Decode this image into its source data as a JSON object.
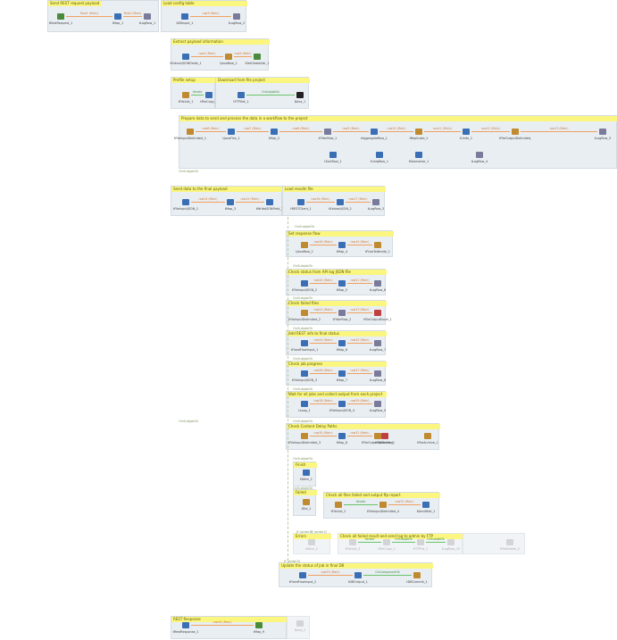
{
  "subjobs": [
    {
      "title": "Send REST request payload",
      "disabled": false,
      "components": [
        {
          "label": "tRestRequest_1",
          "icon": "rest-request-icon",
          "color": "#4a8a3c"
        },
        {
          "label": "tMap_1",
          "icon": "map-icon",
          "color": "#3b6fb5"
        },
        {
          "label": "tLogRow_1",
          "icon": "log-row-icon",
          "color": "#7a7a9a"
        }
      ],
      "links": [
        {
          "label": "Row1 (Main)",
          "type": "row"
        },
        {
          "label": "Row2 (Main)",
          "type": "row"
        }
      ]
    },
    {
      "title": "Load config table",
      "disabled": false,
      "components": [
        {
          "label": "tDBInput_1",
          "icon": "db-input-icon",
          "color": "#3b6fb5"
        },
        {
          "label": "tLogRow_2",
          "icon": "log-row-icon",
          "color": "#7a7a9a"
        }
      ],
      "links": [
        {
          "label": "row3 (Main)",
          "type": "row"
        }
      ]
    },
    {
      "title": "Extract payload information",
      "disabled": false,
      "components": [
        {
          "label": "tExtractJSONFields_1",
          "icon": "json-icon",
          "color": "#3b6fb5"
        },
        {
          "label": "tJavaRow_1",
          "icon": "java-row-icon",
          "color": "#c08a30"
        },
        {
          "label": "tSetGlobalVar_1",
          "icon": "global-var-icon",
          "color": "#4a8a3c"
        }
      ],
      "links": [
        {
          "label": "row4 (Main)",
          "type": "row"
        },
        {
          "label": "row5 (Main)",
          "type": "row"
        }
      ]
    },
    {
      "title": "Prefile setup",
      "disabled": false,
      "components": [
        {
          "label": "tFileList_1",
          "icon": "file-list-icon",
          "color": "#c08a30"
        },
        {
          "label": "tFileCopy_1",
          "icon": "file-copy-icon",
          "color": "#3b6fb5"
        }
      ],
      "links": [
        {
          "label": "Iterate",
          "type": "ok"
        }
      ]
    },
    {
      "title": "Download from file project",
      "disabled": false,
      "components": [
        {
          "label": "tFTPGet_1",
          "icon": "ftp-get-icon",
          "color": "#3b6fb5"
        },
        {
          "label": "tJava_1",
          "icon": "java-icon",
          "color": "#222222"
        }
      ],
      "links": [
        {
          "label": "OnSubjobOk",
          "type": "ok"
        }
      ]
    },
    {
      "title": "Prepare data to send and process the data in a workflow to the project",
      "disabled": false,
      "components": [
        {
          "label": "tFileInputDelimited_1",
          "icon": "file-input-icon",
          "color": "#c08a30"
        },
        {
          "label": "tJavaFlex_1",
          "icon": "java-flex-icon",
          "color": "#3b6fb5"
        },
        {
          "label": "tMap_2",
          "icon": "map-icon",
          "color": "#3b6fb5"
        },
        {
          "label": "tFilterRow_1",
          "icon": "filter-row-icon",
          "color": "#7a7a9a"
        },
        {
          "label": "tAggregateRow_1",
          "icon": "aggregate-icon",
          "color": "#3b6fb5"
        },
        {
          "label": "tReplicate_1",
          "icon": "replicate-icon",
          "color": "#c08a30"
        },
        {
          "label": "tUnite_1",
          "icon": "unite-icon",
          "color": "#3b6fb5"
        },
        {
          "label": "tFileOutputDelimited_1",
          "icon": "file-output-icon",
          "color": "#c08a30"
        },
        {
          "label": "tLogRow_3",
          "icon": "log-row-icon",
          "color": "#7a7a9a"
        }
      ],
      "row2": [
        {
          "label": "tSortRow_1",
          "icon": "sort-icon",
          "color": "#3b6fb5"
        },
        {
          "label": "tUniqRow_1",
          "icon": "uniq-icon",
          "color": "#3b6fb5"
        },
        {
          "label": "tNormalize_1",
          "icon": "normalize-icon",
          "color": "#3b6fb5"
        },
        {
          "label": "tLogRow_4",
          "icon": "log-row-icon",
          "color": "#7a7a9a"
        }
      ],
      "links": [
        {
          "label": "row6 (Main)",
          "type": "row"
        },
        {
          "label": "row7 (Main)",
          "type": "row"
        },
        {
          "label": "row8 (Main)",
          "type": "row"
        },
        {
          "label": "row9 (Main)",
          "type": "row"
        },
        {
          "label": "row10 (Main)",
          "type": "row"
        },
        {
          "label": "row11 (Main)",
          "type": "row"
        },
        {
          "label": "row12 (Main)",
          "type": "row"
        },
        {
          "label": "row13 (Main)",
          "type": "row"
        }
      ]
    },
    {
      "title": "Send data to the final payload",
      "disabled": false,
      "components": [
        {
          "label": "tFileInputJSON_1",
          "icon": "json-input-icon",
          "color": "#3b6fb5"
        },
        {
          "label": "tMap_3",
          "icon": "map-icon",
          "color": "#3b6fb5"
        },
        {
          "label": "tWriteJSONField_1",
          "icon": "json-write-icon",
          "color": "#3b6fb5"
        }
      ],
      "links": [
        {
          "label": "row14 (Main)",
          "type": "row"
        },
        {
          "label": "row15 (Main)",
          "type": "row"
        }
      ]
    },
    {
      "title": "Load results file",
      "disabled": false,
      "components": [
        {
          "label": "tRESTClient_1",
          "icon": "rest-client-icon",
          "color": "#3b6fb5"
        },
        {
          "label": "tExtractJSON_2",
          "icon": "json-icon",
          "color": "#3b6fb5"
        },
        {
          "label": "tLogRow_5",
          "icon": "log-row-icon",
          "color": "#7a7a9a"
        }
      ],
      "links": [
        {
          "label": "row16 (Main)",
          "type": "row"
        },
        {
          "label": "row17 (Main)",
          "type": "row"
        }
      ]
    },
    {
      "title": "Set response flow",
      "disabled": false,
      "components": [
        {
          "label": "tJavaRow_2",
          "icon": "java-row-icon",
          "color": "#c08a30"
        },
        {
          "label": "tMap_4",
          "icon": "map-icon",
          "color": "#3b6fb5"
        },
        {
          "label": "tFlowToIterate_1",
          "icon": "flow-iterate-icon",
          "color": "#c08a30"
        }
      ],
      "links": [
        {
          "label": "row18 (Main)",
          "type": "row"
        },
        {
          "label": "row19 (Main)",
          "type": "row"
        }
      ]
    },
    {
      "title": "Check status from API log JSON file",
      "disabled": false,
      "components": [
        {
          "label": "tFileInputJSON_2",
          "icon": "json-input-icon",
          "color": "#3b6fb5"
        },
        {
          "label": "tMap_5",
          "icon": "map-icon",
          "color": "#3b6fb5"
        },
        {
          "label": "tLogRow_6",
          "icon": "log-row-icon",
          "color": "#7a7a9a"
        }
      ],
      "links": [
        {
          "label": "row20 (Main)",
          "type": "row"
        },
        {
          "label": "row21 (Main)",
          "type": "row"
        }
      ]
    },
    {
      "title": "Check failed files",
      "disabled": false,
      "components": [
        {
          "label": "tFileInputDelimited_2",
          "icon": "file-input-icon",
          "color": "#c08a30"
        },
        {
          "label": "tFilterRow_2",
          "icon": "filter-row-icon",
          "color": "#7a7a9a"
        },
        {
          "label": "tFileOutputExcel_1",
          "icon": "excel-icon",
          "color": "#c04040"
        }
      ],
      "links": [
        {
          "label": "row22 (Main)",
          "type": "row"
        },
        {
          "label": "row23 (Main)",
          "type": "row"
        }
      ]
    },
    {
      "title": "Add REST info to final status",
      "disabled": false,
      "components": [
        {
          "label": "tFixedFlowInput_1",
          "icon": "fixed-flow-icon",
          "color": "#3b6fb5"
        },
        {
          "label": "tMap_6",
          "icon": "map-icon",
          "color": "#3b6fb5"
        },
        {
          "label": "tLogRow_7",
          "icon": "log-row-icon",
          "color": "#7a7a9a"
        }
      ],
      "links": [
        {
          "label": "row24 (Main)",
          "type": "row"
        },
        {
          "label": "row25 (Main)",
          "type": "row"
        }
      ]
    },
    {
      "title": "Check job progress",
      "disabled": false,
      "components": [
        {
          "label": "tFileInputJSON_3",
          "icon": "json-input-icon",
          "color": "#3b6fb5"
        },
        {
          "label": "tMap_7",
          "icon": "map-icon",
          "color": "#3b6fb5"
        },
        {
          "label": "tLogRow_8",
          "icon": "log-row-icon",
          "color": "#7a7a9a"
        }
      ],
      "links": [
        {
          "label": "row26 (Main)",
          "type": "row"
        },
        {
          "label": "row27 (Main)",
          "type": "row"
        }
      ]
    },
    {
      "title": "Wait for all jobs and collect output from each project",
      "disabled": false,
      "components": [
        {
          "label": "tLoop_1",
          "icon": "loop-icon",
          "color": "#3b6fb5"
        },
        {
          "label": "tFileInputJSON_4",
          "icon": "json-input-icon",
          "color": "#3b6fb5"
        },
        {
          "label": "tLogRow_9",
          "icon": "log-row-icon",
          "color": "#7a7a9a"
        }
      ],
      "links": [
        {
          "label": "row28 (Main)",
          "type": "row"
        },
        {
          "label": "row29 (Main)",
          "type": "row"
        }
      ]
    },
    {
      "title": "Check Content Delay Paths",
      "disabled": false,
      "components": [
        {
          "label": "tFileInputDelimited_3",
          "icon": "file-input-icon",
          "color": "#c08a30"
        },
        {
          "label": "tMap_8",
          "icon": "map-icon",
          "color": "#3b6fb5"
        },
        {
          "label": "tFileOutputDelimited_2",
          "icon": "file-output-icon",
          "color": "#c08a30"
        },
        {
          "label": "tFileDelete_1",
          "icon": "file-delete-icon",
          "color": "#c04040"
        },
        {
          "label": "tFileArchive_1",
          "icon": "archive-icon",
          "color": "#c08a30"
        }
      ],
      "links": [
        {
          "label": "row30 (Main)",
          "type": "row"
        },
        {
          "label": "row31 (Main)",
          "type": "row"
        },
        {
          "label": "OnSubjobOk",
          "type": "ok"
        }
      ]
    },
    {
      "title": "Finish",
      "disabled": false,
      "components": [
        {
          "label": "tWarn_1",
          "icon": "warn-icon",
          "color": "#3b6fb5"
        }
      ],
      "links": []
    },
    {
      "title": "Failed",
      "disabled": false,
      "components": [
        {
          "label": "tDie_1",
          "icon": "die-icon",
          "color": "#c08a30"
        }
      ],
      "links": []
    },
    {
      "title": "Check all files failed and output ftp report",
      "disabled": false,
      "components": [
        {
          "label": "tFileList_2",
          "icon": "file-list-icon",
          "color": "#c08a30"
        },
        {
          "label": "tFileInputDelimited_4",
          "icon": "file-input-icon",
          "color": "#c08a30"
        },
        {
          "label": "tSendMail_1",
          "icon": "mail-icon",
          "color": "#3b6fb5"
        }
      ],
      "links": [
        {
          "label": "Iterate",
          "type": "ok"
        },
        {
          "label": "row32 (Main)",
          "type": "row"
        }
      ]
    },
    {
      "title": "Errors",
      "disabled": true,
      "components": [
        {
          "label": "tWarn_2",
          "icon": "warn-icon",
          "color": "#999999"
        }
      ],
      "links": []
    },
    {
      "title": "Check all failed result and send log to admin by FTP",
      "disabled": true,
      "components": [
        {
          "label": "tFileList_3",
          "icon": "file-list-icon",
          "color": "#999999"
        },
        {
          "label": "tFileCopy_2",
          "icon": "file-copy-icon",
          "color": "#999999"
        },
        {
          "label": "tFTPPut_1",
          "icon": "ftp-put-icon",
          "color": "#999999"
        },
        {
          "label": "tLogRow_10",
          "icon": "log-row-icon",
          "color": "#999999"
        }
      ],
      "links": [
        {
          "label": "Iterate",
          "type": "ok"
        },
        {
          "label": "OnSubjobOk",
          "type": "ok"
        },
        {
          "label": "OnSubjobOk",
          "type": "ok"
        }
      ]
    },
    {
      "title": "",
      "disabled": true,
      "components": [
        {
          "label": "tFileDelete_2",
          "icon": "file-delete-icon",
          "color": "#999999"
        }
      ],
      "links": []
    },
    {
      "title": "Update the status of job in final DB",
      "disabled": false,
      "components": [
        {
          "label": "tFixedFlowInput_2",
          "icon": "fixed-flow-icon",
          "color": "#3b6fb5"
        },
        {
          "label": "tDBOutput_1",
          "icon": "db-output-icon",
          "color": "#3b6fb5"
        },
        {
          "label": "tDBCommit_1",
          "icon": "db-commit-icon",
          "color": "#c08a30"
        }
      ],
      "links": [
        {
          "label": "row33 (Main)",
          "type": "row"
        },
        {
          "label": "OnComponentOk",
          "type": "ok"
        }
      ]
    },
    {
      "title": "REST Response",
      "disabled": false,
      "components": [
        {
          "label": "tRestResponse_1",
          "icon": "rest-response-icon",
          "color": "#3b6fb5"
        },
        {
          "label": "tMap_9",
          "icon": "map-icon",
          "color": "#4a8a3c"
        }
      ],
      "links": [
        {
          "label": "row34 (Main)",
          "type": "row"
        }
      ]
    },
    {
      "title": "",
      "disabled": true,
      "components": [
        {
          "label": "tJava_2",
          "icon": "java-icon",
          "color": "#999999"
        }
      ],
      "links": []
    }
  ],
  "triggers": [
    "OnSubjobOk",
    "OnSubjobOk",
    "OnSubjobOk",
    "OnSubjobOk",
    "OnSubjobOk",
    "OnSubjobOk",
    "OnSubjobOk",
    "OnSubjobOk",
    "OnSubjobOk",
    "OnSubjobOk",
    "OnSubjobOk",
    "If (order1)",
    "If (order2)",
    "If (order3)"
  ]
}
